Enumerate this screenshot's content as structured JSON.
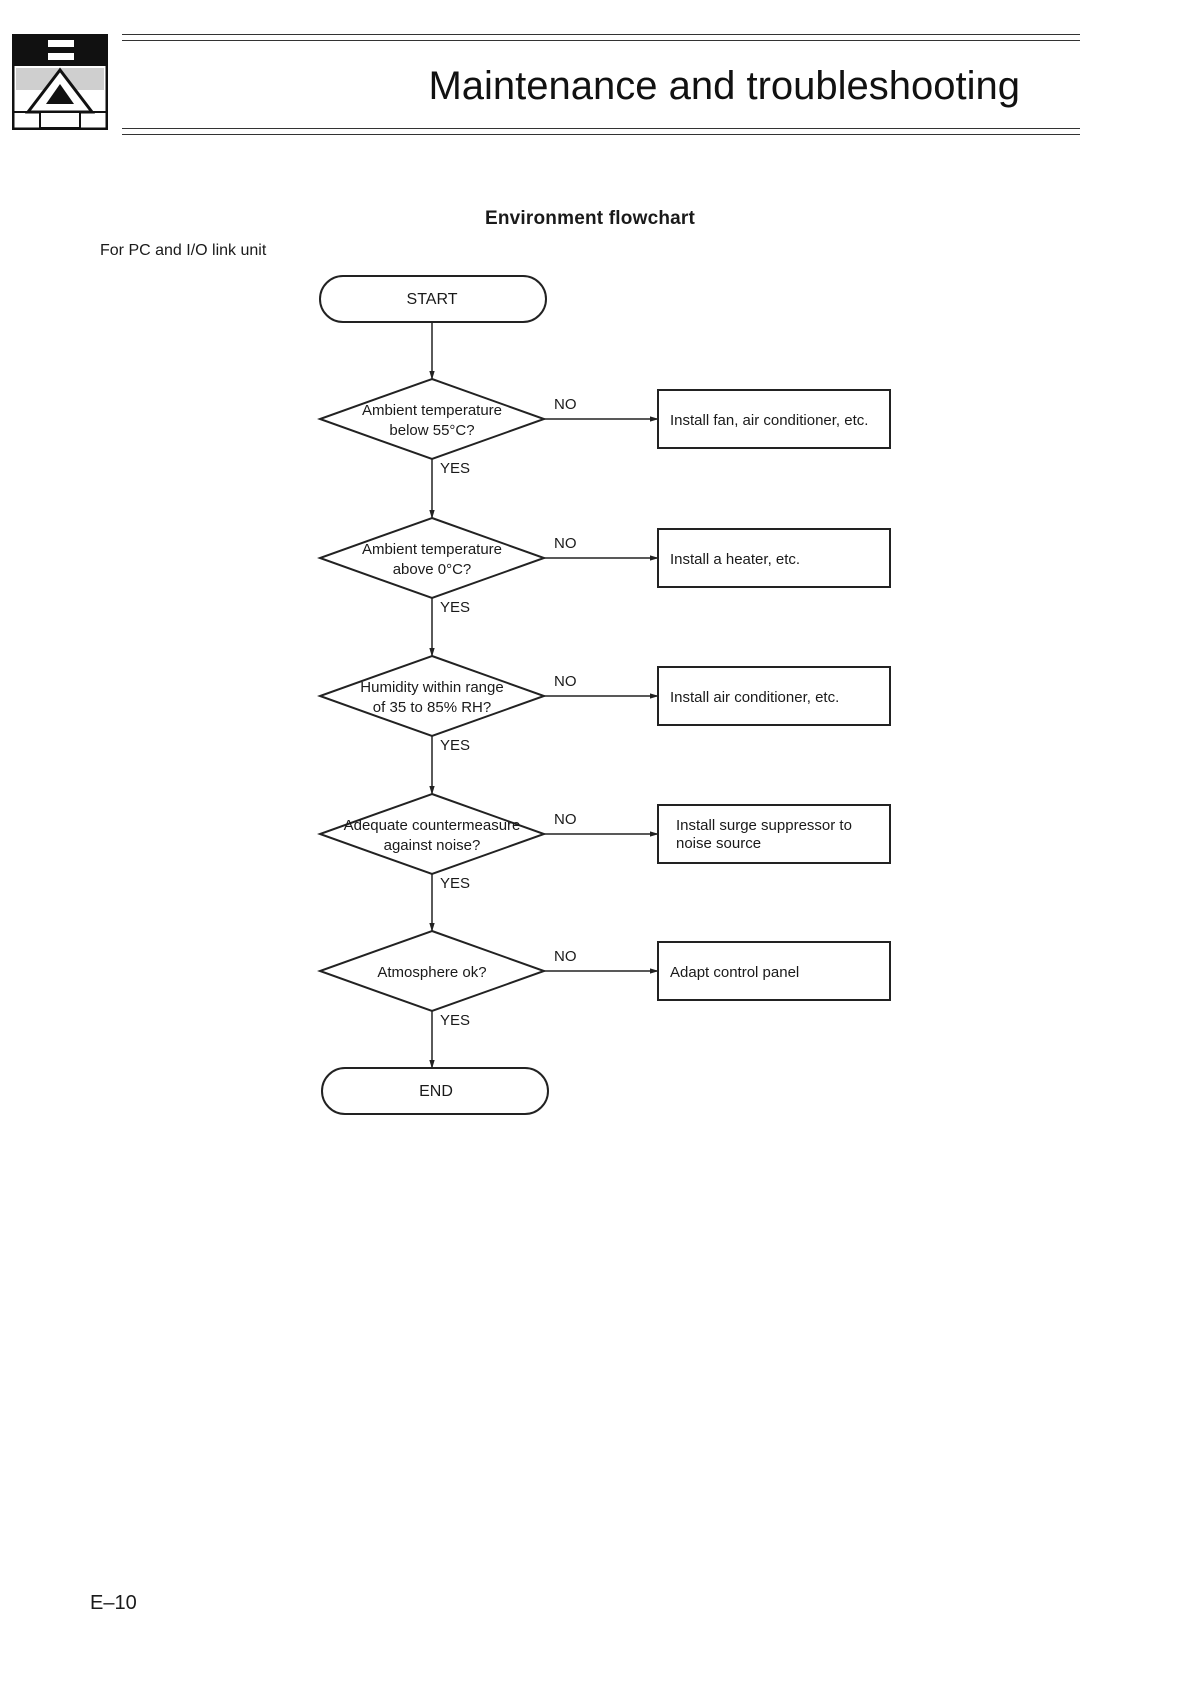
{
  "page": {
    "title": "Maintenance and troubleshooting",
    "flowchart_title": "Environment flowchart",
    "section_label": "For PC and I/O link unit",
    "page_number": "E–10",
    "logo_icon": "chapter-e-maintenance-icon"
  },
  "flow": {
    "start": "START",
    "end": "END",
    "yes_label": "YES",
    "no_label": "NO",
    "decisions": [
      {
        "lines": [
          "Ambient temperature",
          "below 55°C?"
        ],
        "action": [
          "Install fan, air conditioner, etc."
        ]
      },
      {
        "lines": [
          "Ambient temperature",
          "above 0°C?"
        ],
        "action": [
          "Install a heater, etc."
        ]
      },
      {
        "lines": [
          "Humidity within range",
          "of 35 to 85% RH?"
        ],
        "action": [
          "Install air conditioner, etc."
        ]
      },
      {
        "lines": [
          "Adequate countermeasure",
          "against noise?"
        ],
        "action": [
          "Install surge suppressor to",
          "noise source"
        ]
      },
      {
        "lines": [
          "Atmosphere ok?"
        ],
        "action": [
          "Adapt control panel"
        ]
      }
    ]
  },
  "colors": {
    "line": "#222222",
    "text": "#1a1a1a"
  }
}
